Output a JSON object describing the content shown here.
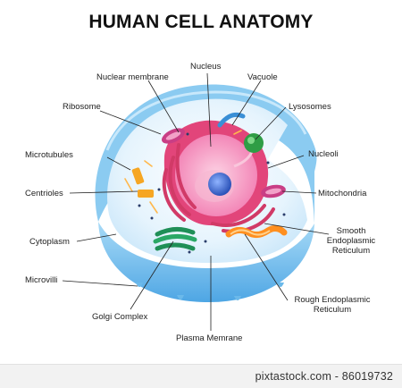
{
  "title": "HUMAN CELL ANATOMY",
  "labels": {
    "nuclear_membrane": "Nuclear membrane",
    "nucleus": "Nucleus",
    "vacuole": "Vacuole",
    "ribosome": "Ribosome",
    "lysosomes": "Lysosomes",
    "microtubules": "Microtubules",
    "nucleoli": "Nucleoli",
    "centrioles": "Centrioles",
    "mitochondria": "Mitochondria",
    "smooth_er_1": "Smooth",
    "smooth_er_2": "Endoplasmic",
    "smooth_er_3": "Reticulum",
    "cytoplasm": "Cytoplasm",
    "microvilli": "Microvilli",
    "rough_er_1": "Rough Endoplasmic",
    "rough_er_2": "Reticulum",
    "golgi": "Golgi Complex",
    "plasma": "Plasma Memrane"
  },
  "watermark": "pixtastock.com - 86019732",
  "colors": {
    "membrane_outer": "#7ec3ee",
    "membrane_inner": "#cfeafb",
    "cytoplasm": "#eaf6fd",
    "nucleus_shell": "#f07ab0",
    "nucleus_inner": "#f7a9c9",
    "nucleolus": "#3b6fd6",
    "rough_er": "#d8406e",
    "smooth_er": "#ff9a2e",
    "golgi": "#1f9a5e",
    "lysosome": "#34a84a",
    "centrioles": "#f6a623",
    "mitochondria": "#c9408a"
  }
}
